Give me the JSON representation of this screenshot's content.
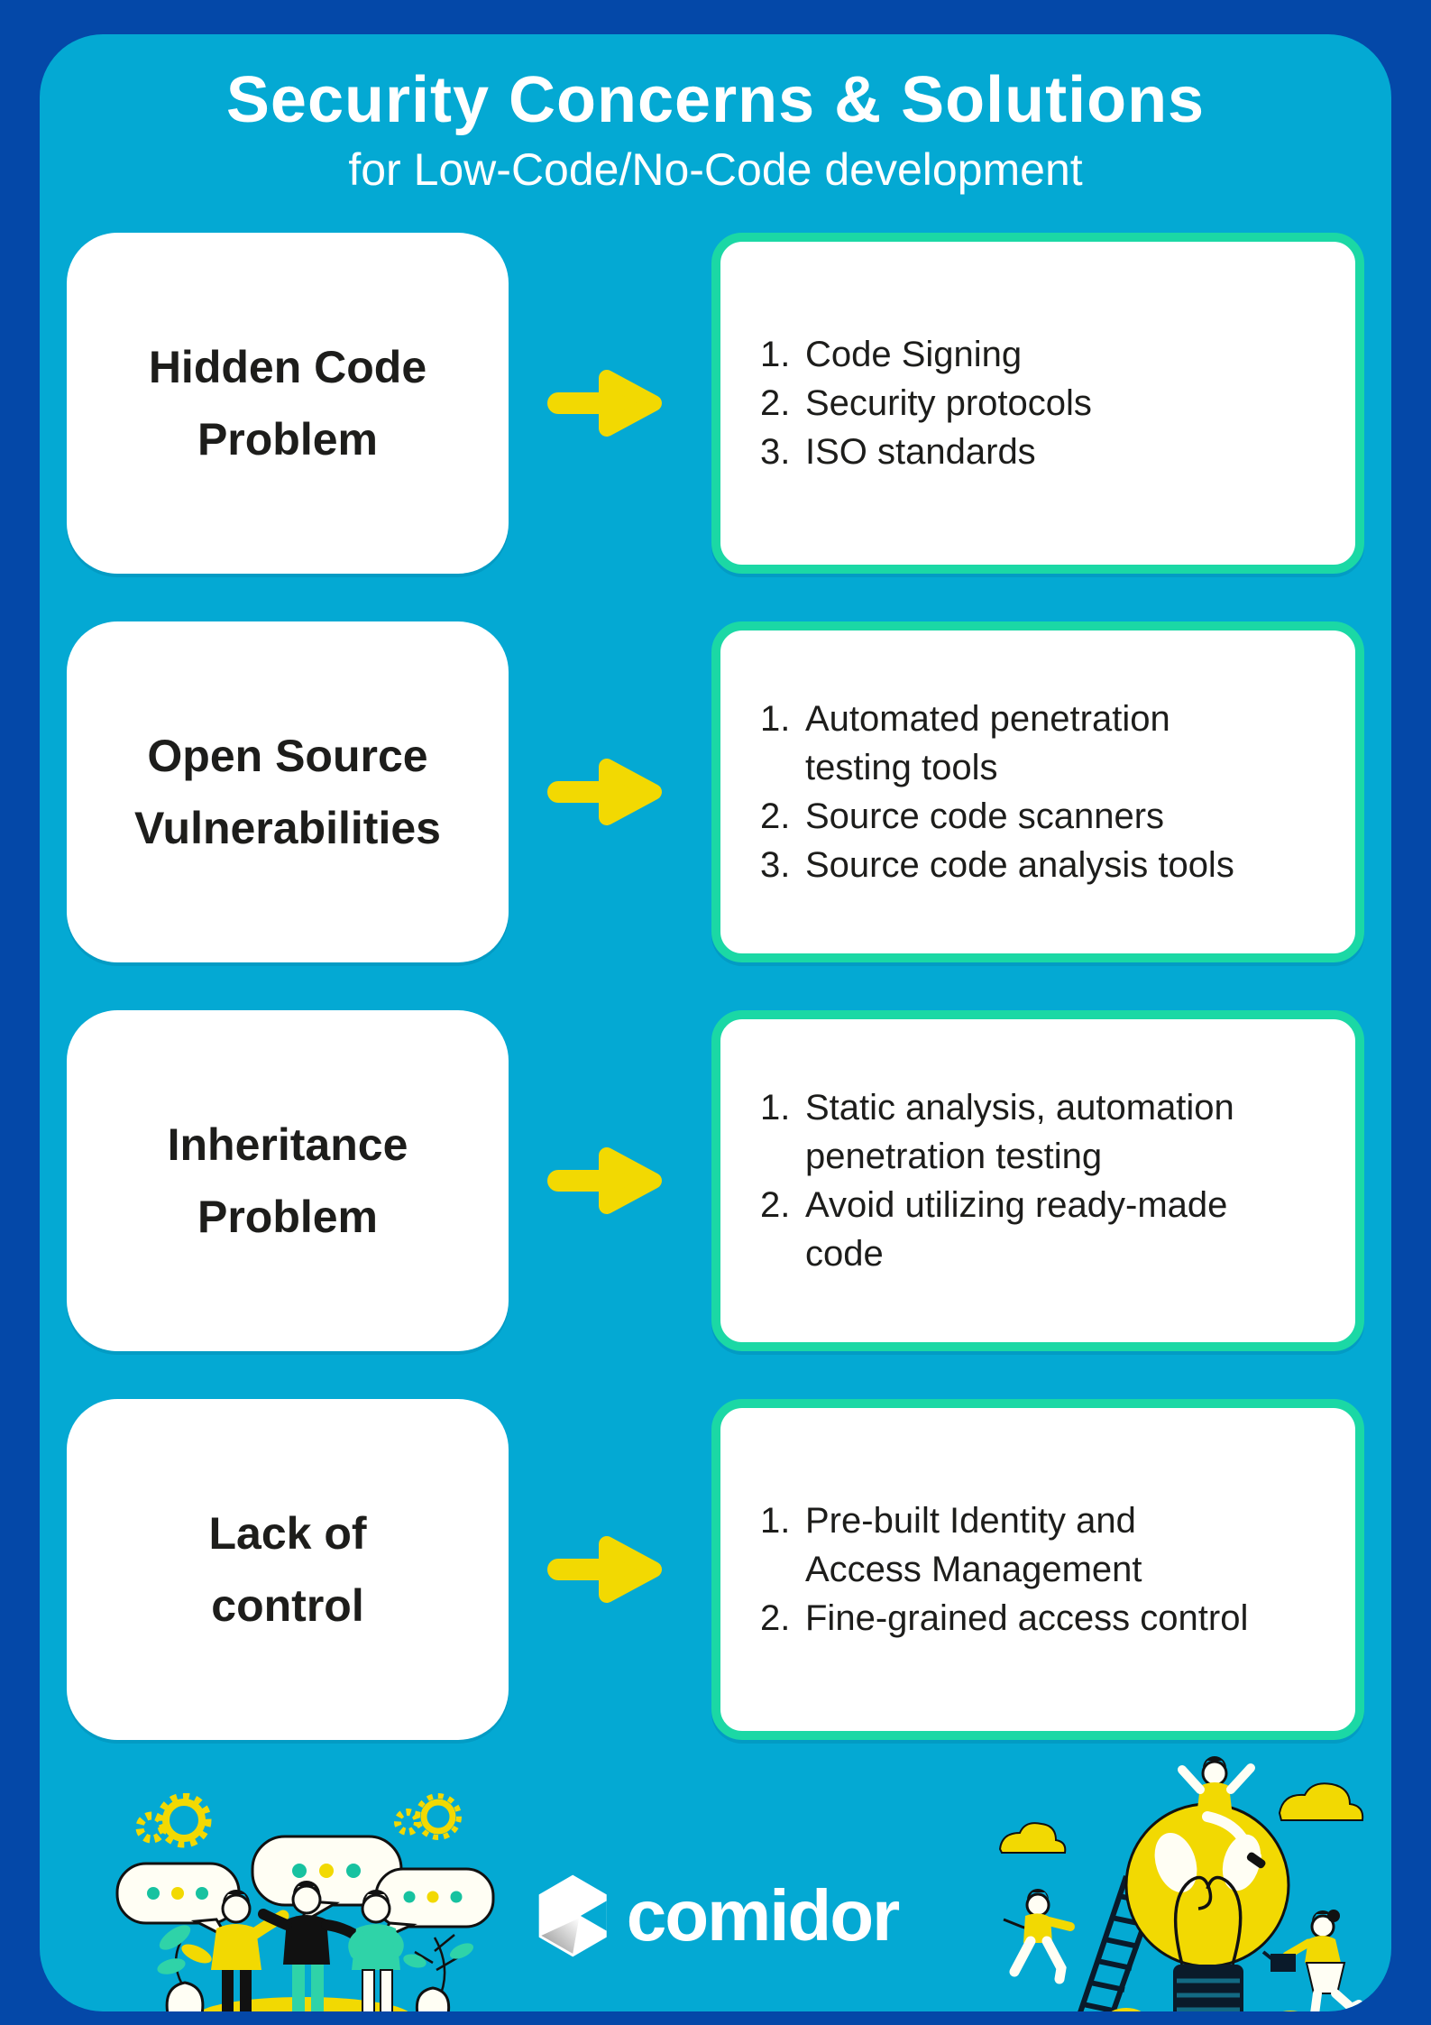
{
  "page": {
    "title": "Security Concerns & Solutions",
    "subtitle": "for Low-Code/No-Code development"
  },
  "colors": {
    "frame_blue": "#0448a8",
    "panel_cyan": "#04a9d3",
    "card_white": "#ffffff",
    "solution_border_green": "#1bd8a5",
    "arrow_yellow": "#f2d902",
    "text_dark": "#1d1d1b"
  },
  "rows": [
    {
      "problem": "Hidden Code\nProblem",
      "solutions": [
        "Code Signing",
        "Security protocols",
        "ISO standards"
      ]
    },
    {
      "problem": "Open Source\nVulnerabilities",
      "solutions": [
        "Automated penetration\ntesting tools",
        "Source code scanners",
        "Source code analysis tools"
      ]
    },
    {
      "problem": "Inheritance\nProblem",
      "solutions": [
        "Static analysis, automation\npenetration testing",
        "Avoid utilizing ready-made\ncode"
      ]
    },
    {
      "problem": "Lack of\ncontrol",
      "solutions": [
        "Pre-built Identity and\nAccess Management",
        "Fine-grained access control"
      ]
    }
  ],
  "footer": {
    "logo_text": "comidor"
  }
}
